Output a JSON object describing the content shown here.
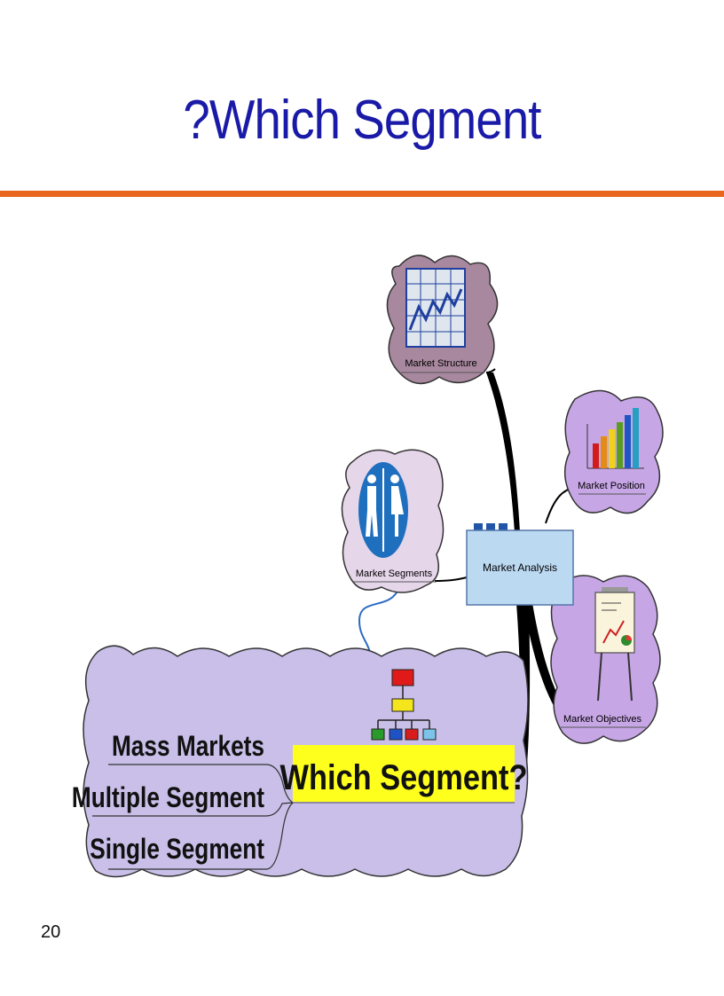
{
  "slide": {
    "title": "?Which Segment",
    "page_number": "20"
  },
  "mind_map": {
    "center": {
      "label": "Market Analysis"
    },
    "nodes": [
      {
        "label": "Market Structure",
        "icon": "line-chart-icon"
      },
      {
        "label": "Market Position",
        "icon": "bar-chart-icon"
      },
      {
        "label": "Market Segments",
        "icon": "people-icon"
      },
      {
        "label": "Market Objectives",
        "icon": "flipchart-icon"
      }
    ],
    "focus": {
      "label": "Which Segment?",
      "icon": "org-chart-icon",
      "highlight_color": "#ffff1e",
      "options": [
        "Mass Markets",
        "Multiple Segment",
        "Single Segment"
      ]
    }
  },
  "colors": {
    "title": "#1a1aa8",
    "rule": "#e8661e",
    "cloud_purple": "#c9bfe8",
    "cloud_mauve": "#a8889e",
    "cloud_pink": "#e6d6ea",
    "center_box": "#bcd9f2"
  }
}
